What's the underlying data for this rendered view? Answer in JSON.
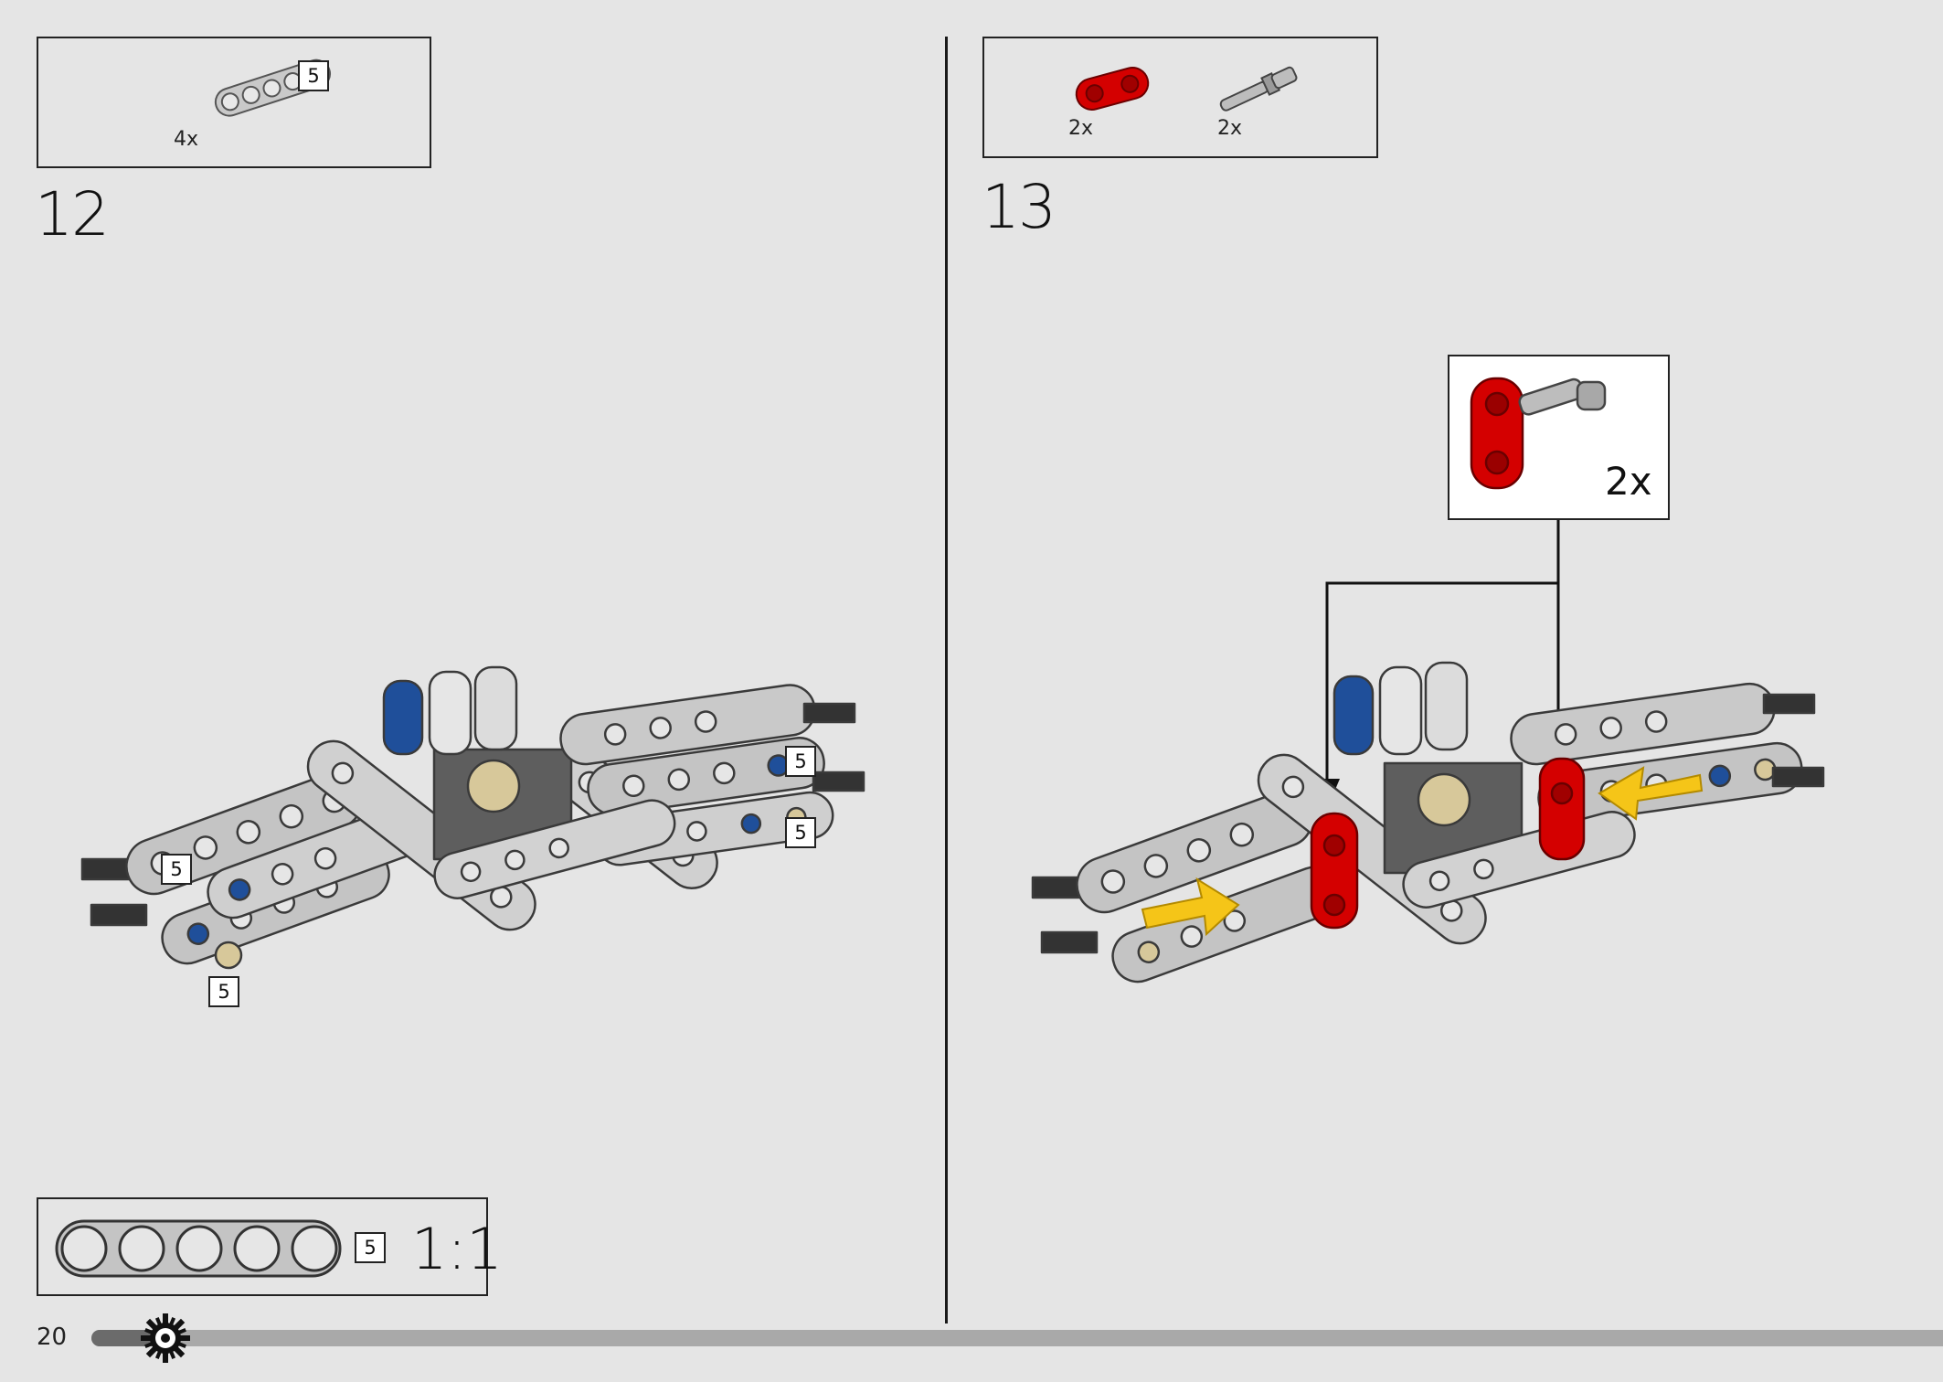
{
  "page": {
    "number": "20",
    "progress_fraction": 0.04
  },
  "step12": {
    "number": "12",
    "parts": [
      {
        "qty": "4x",
        "length_tag": "5"
      }
    ],
    "callout_tags": [
      "5",
      "5",
      "5",
      "5"
    ],
    "scale_box": {
      "length_tag": "5",
      "scale": "1:1"
    }
  },
  "step13": {
    "number": "13",
    "parts": [
      {
        "qty": "2x"
      },
      {
        "qty": "2x"
      }
    ],
    "subassembly": {
      "qty": "2x"
    }
  },
  "colors": {
    "background": "#e5e5e5",
    "red_part": "#d40000",
    "yellow_arrow": "#f5c518",
    "blue_pin": "#1f4f9a",
    "gray_beam": "#c4c4c4"
  },
  "icons": [
    "gear-progress-icon",
    "yellow-arrow-icon"
  ]
}
